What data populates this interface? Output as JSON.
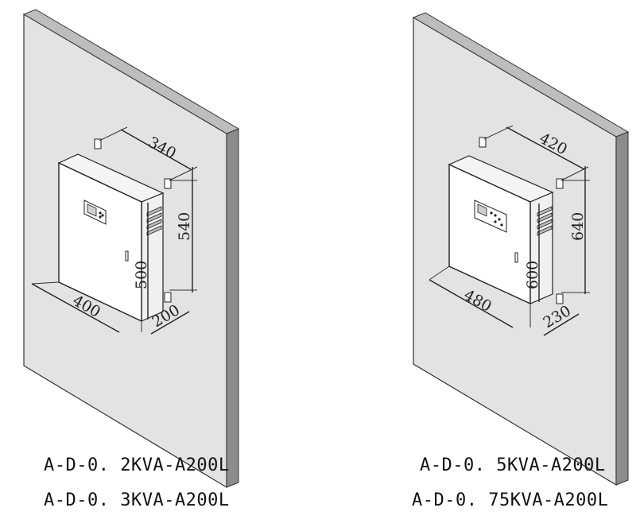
{
  "drawings": [
    {
      "dimensions": {
        "top_width": "340",
        "right_height": "540",
        "body_height": "500",
        "front_width": "400",
        "depth": "200"
      },
      "models": [
        "A-D-0. 2KVA-A200L",
        "A-D-0. 3KVA-A200L"
      ]
    },
    {
      "dimensions": {
        "top_width": "420",
        "right_height": "640",
        "body_height": "600",
        "front_width": "480",
        "depth": "230"
      },
      "models": [
        "A-D-0. 5KVA-A200L",
        "A-D-0. 75KVA-A200L"
      ]
    }
  ],
  "colors": {
    "wall": "#e3e3e3",
    "wall_side": "#8c8c8c",
    "cabinet": "#ffffff",
    "cabinet_side": "#f2f2f2",
    "line": "#222222"
  }
}
